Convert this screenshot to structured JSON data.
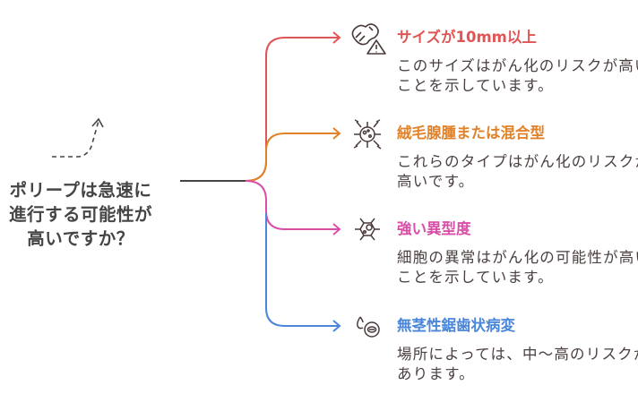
{
  "question": "ポリープは急速に進行する可能性が高いですか？",
  "question_lines": [
    "ポリープは急速に",
    "進行する可能性が",
    "高いですか？"
  ],
  "items": [
    {
      "title": "サイズが10mm以上",
      "description": "このサイズはがん化のリスクが高いことを示しています。",
      "color": "#e05555",
      "icon": "peanut-warning-icon"
    },
    {
      "title": "絨毛腺腫または混合型",
      "description": "これらのタイプはがん化のリスクが高いです。",
      "color": "#e0822a",
      "icon": "virus-cell-icon"
    },
    {
      "title": "強い異型度",
      "description": "細胞の異常はがん化の可能性が高いことを示しています。",
      "color": "#d94fa8",
      "icon": "hexagon-cell-icon"
    },
    {
      "title": "無茎性鋸歯状病変",
      "description": "場所によっては、中〜高のリスクがあります。",
      "color": "#4a86d9",
      "icon": "drop-lesion-icon"
    }
  ],
  "colors": {
    "text_dark": "#454545",
    "icon_stroke": "#4a3a3a"
  }
}
